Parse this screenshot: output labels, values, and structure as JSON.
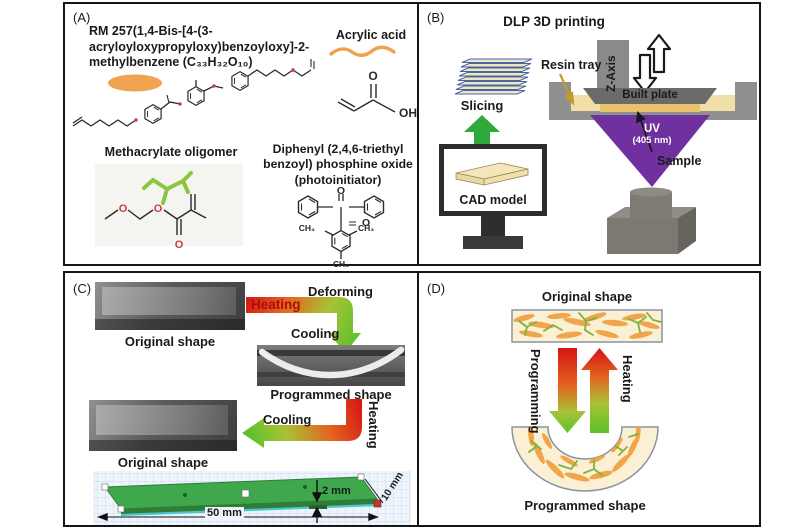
{
  "figure": {
    "background": "#ffffff",
    "border_color": "#161616"
  },
  "panel_a": {
    "tag": "(A)",
    "rm257_name": "RM 257(1,4-Bis-[4-(3-acryloyloxypropyloxy)benzoyloxy]-2-methylbenzene (C₃₃H₃₂O₁₀)",
    "acrylic_acid_label": "Acrylic acid",
    "methacrylate_label": "Methacrylate oligomer",
    "photoinitiator_label": "Diphenyl (2,4,6-triethyl benzoyl) phosphine oxide (photoinitiator)",
    "atom_o": "O",
    "atom_oh": "OH",
    "atom_ch3": "CH₃"
  },
  "panel_b": {
    "tag": "(B)",
    "title": "DLP 3D printing",
    "slicing_label": "Slicing",
    "cad_model_label": "CAD model",
    "resin_tray_label": "Resin tray",
    "z_axis_label": "Z-Axis",
    "built_plate_label": "Built plate",
    "uv_label": "UV",
    "uv_wavelength_label": "(405 nm)",
    "sample_label": "Sample"
  },
  "panel_c": {
    "tag": "(C)",
    "original_shape_top_label": "Original shape",
    "heating_top_label": "Heating",
    "deforming_label": "Deforming",
    "cooling_top_label": "Cooling",
    "programmed_shape_label": "Programmed shape",
    "cooling_bottom_label": "Cooling",
    "heating_side_label": "Heating",
    "original_shape_bottom_label": "Original shape",
    "dim_length": "50 mm",
    "dim_thickness": "2 mm",
    "dim_width": "10 mm"
  },
  "panel_d": {
    "tag": "(D)",
    "original_shape_label": "Original shape",
    "programming_label": "Programming",
    "heating_label": "Heating",
    "programmed_shape_label": "Programmed shape"
  },
  "colors": {
    "accent_orange": "#F0A24B",
    "green_arrow": "#2FA93B",
    "uv_purple": "#7030A0",
    "heat_red": "#D61414",
    "cool_green": "#5CC12C",
    "resin_cream": "#F2DFA7",
    "cad_green": "#3FA84C"
  }
}
